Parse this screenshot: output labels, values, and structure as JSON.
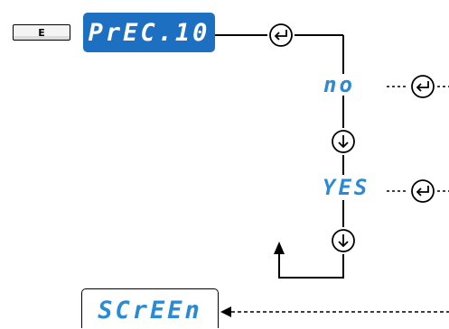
{
  "key": {
    "label": "E"
  },
  "parameter": {
    "label": "PrEC.10"
  },
  "options": [
    {
      "label": "no"
    },
    {
      "label": "YES"
    }
  ],
  "exit_display": {
    "label": "SCrEEn"
  },
  "icons": {
    "enter": "enter-arrow-circle-icon",
    "down": "down-arrow-circle-icon",
    "up": "up-arrow-icon",
    "back": "left-arrow-icon"
  },
  "colors": {
    "display_bg": "#1c6fc1",
    "display_text": "#ffffff",
    "option_text": "#2a8ad4",
    "line": "#000000"
  }
}
